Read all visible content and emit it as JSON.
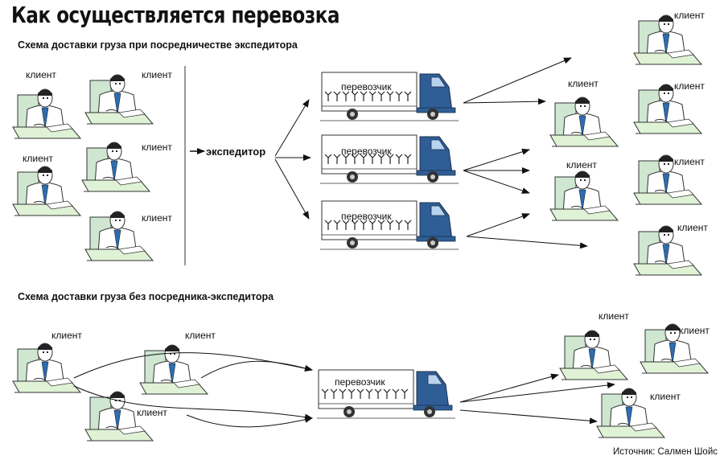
{
  "title": "Как осуществляется перевозка",
  "scheme1": {
    "subtitle": "Схема доставки груза при посредничестве экспедитора",
    "client_label": "клиент",
    "forwarder_label": "экспедитор",
    "carrier_label": "перевозчик"
  },
  "scheme2": {
    "subtitle": "Схема доставки груза без посредника-экспедитора",
    "client_label": "клиент",
    "carrier_label": "перевозчик"
  },
  "source": "Источник: Салмен Шойс",
  "colors": {
    "truck_cab": "#2f5e96",
    "desk": "#dff2d6",
    "chair": "#cfe6d0",
    "tie": "#2f6db0",
    "ink": "#111111"
  }
}
